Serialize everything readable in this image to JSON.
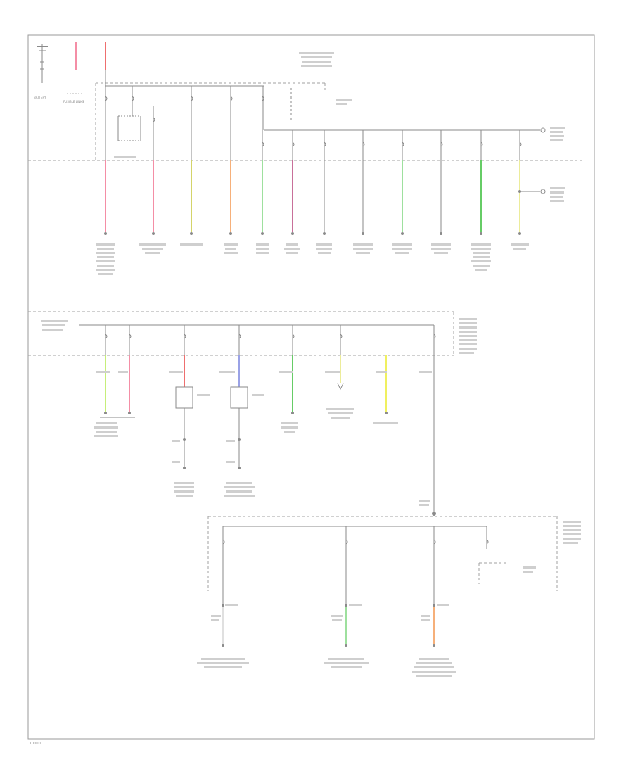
{
  "wire_colors": {
    "pink": "#f48ea6",
    "red": "#ee6f6f",
    "yellow": "#d4d46a",
    "orange": "#f6b07a",
    "lightgreen": "#9ee09e",
    "purple": "#c8709a",
    "gray": "#8a8a8a",
    "green": "#66cc66",
    "paleyellow": "#ecec9a",
    "yellowgreen": "#c6ee7a",
    "blue": "#9aa2e6",
    "brightyellow": "#f0f060",
    "outline": "#9a9a9a"
  },
  "battery_labels": [
    "BATTERY",
    "FUSIBLE LINKS"
  ],
  "footer_code": "T0000"
}
